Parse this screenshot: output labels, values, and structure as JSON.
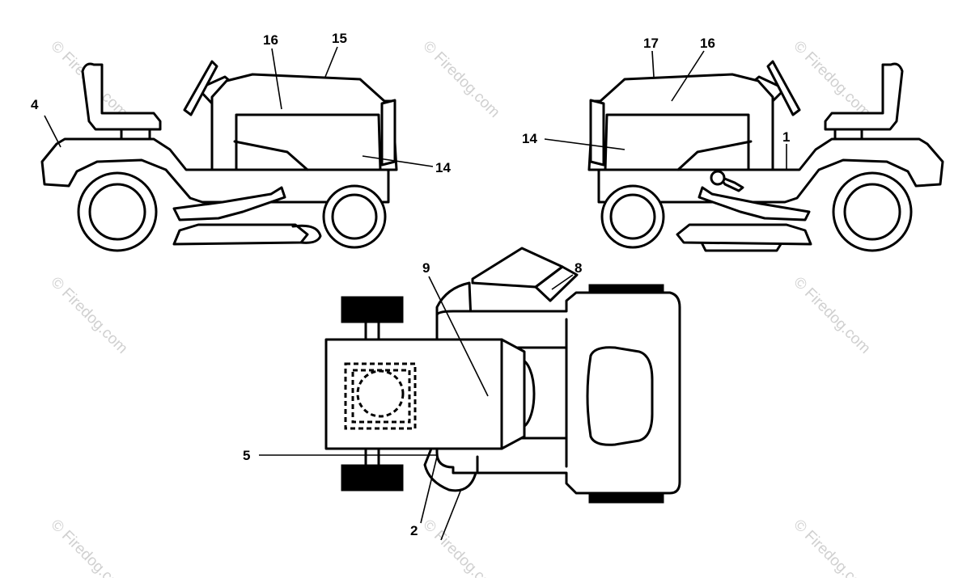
{
  "watermark": "© Firedog.com",
  "callouts": {
    "c4": "4",
    "c16a": "16",
    "c15": "15",
    "c14a": "14",
    "c17": "17",
    "c16b": "16",
    "c14b": "14",
    "c1": "1",
    "c9": "9",
    "c8": "8",
    "c5": "5",
    "c2": "2"
  }
}
